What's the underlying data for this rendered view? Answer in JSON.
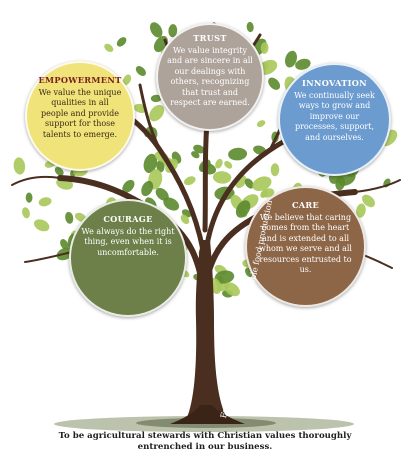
{
  "values": {
    "trust": {
      "title": "TRUST",
      "text": "We value integrity and are sincere in all our dealings with others, recognizing that trust and respect are earned.",
      "color": "#aea39b"
    },
    "empowerment": {
      "title": "EMPOWERMENT",
      "text": "We value the unique qualities in all people and provide support for those talents to emerge.",
      "color": "#efe37a"
    },
    "innovation": {
      "title": "INNOVATION",
      "text": "We continually seek ways to grow and improve our processes, support, and ourselves.",
      "color": "#6c9bd0"
    },
    "courage": {
      "title": "COURAGE",
      "text": "We always do the right thing, even when it is uncomfortable.",
      "color": "#6d804a"
    },
    "care": {
      "title": "CARE",
      "text": "We believe that caring comes from the heart and is extended to all whom we serve and all resources entrusted to us.",
      "color": "#8d6647"
    }
  },
  "trunk_text": "Feeding families through sustainable food production",
  "mission": "To be agricultural stewards with Christian values thoroughly entrenched in our business.",
  "colors": {
    "trunk": "#4a2e1f",
    "leaf_light": "#a9c85a",
    "leaf_dark": "#5c8a2e",
    "ground": "#6b7a4a"
  }
}
